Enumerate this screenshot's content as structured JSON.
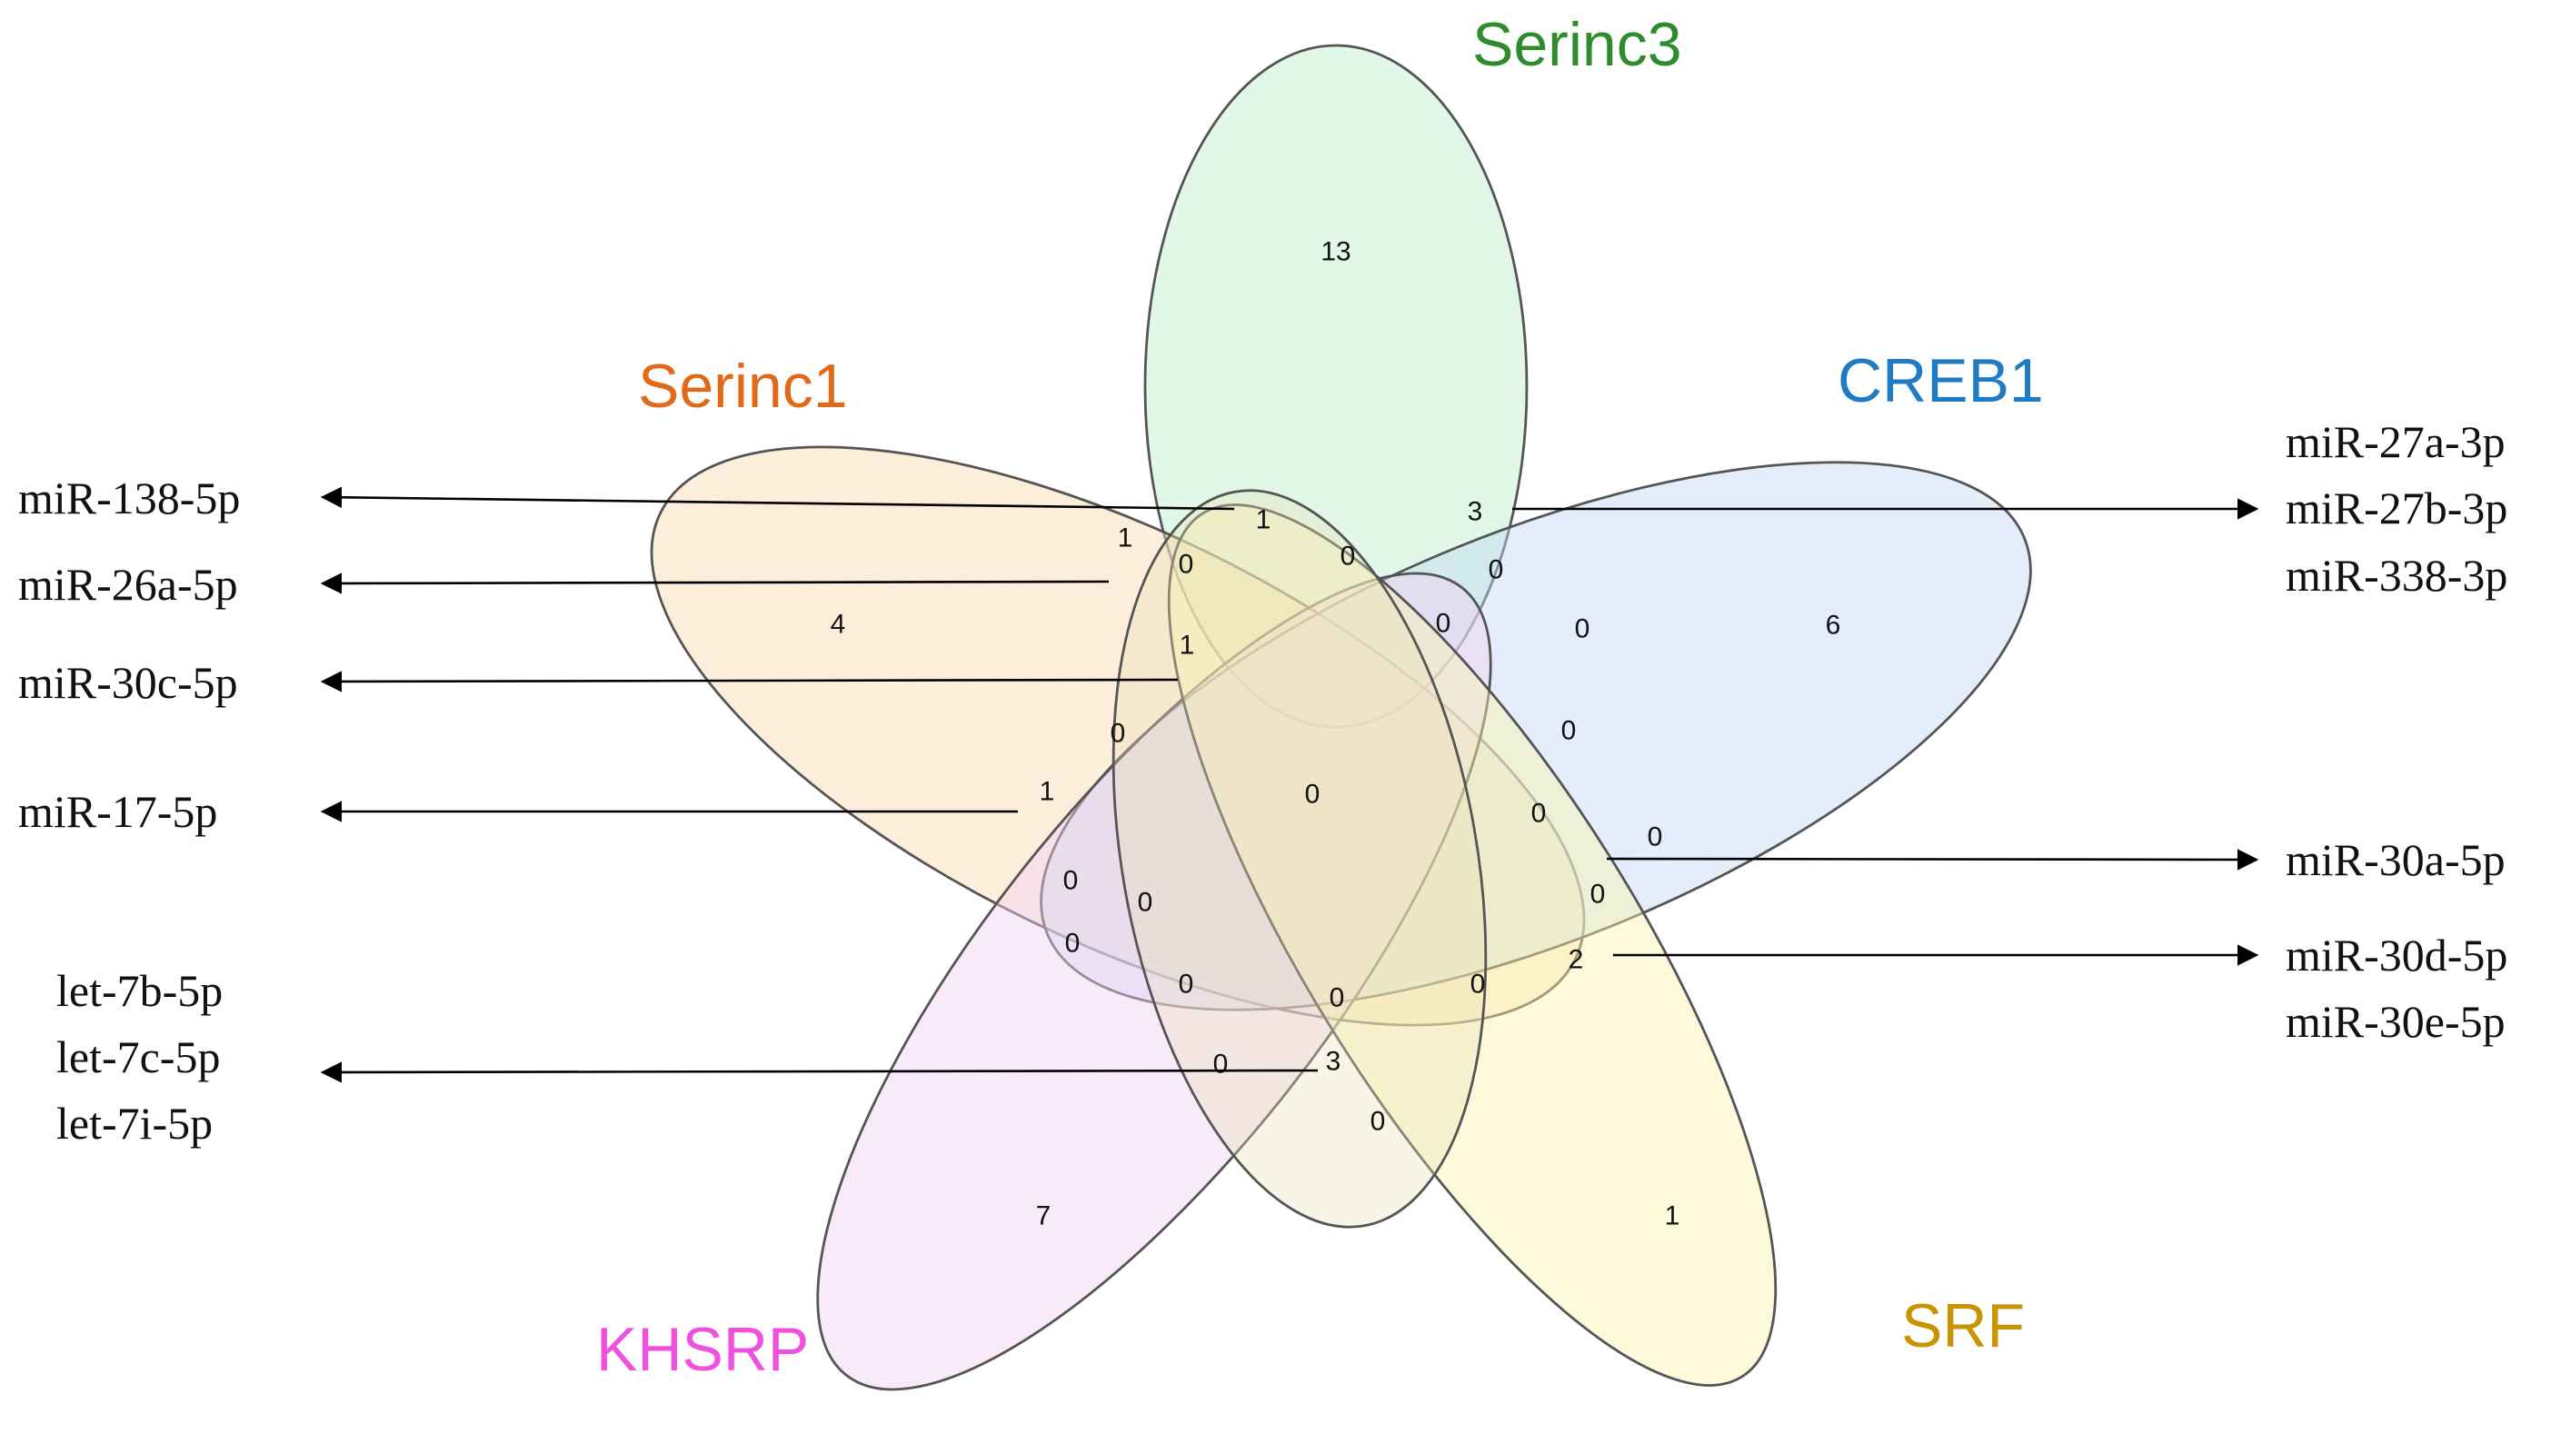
{
  "sets": [
    {
      "id": "serinc3",
      "label": "Serinc3",
      "color": "#2e8b2e",
      "fill": "#b8ebc8"
    },
    {
      "id": "serinc1",
      "label": "Serinc1",
      "color": "#e06a1a",
      "fill": "#fbd9b0"
    },
    {
      "id": "creb1",
      "label": "CREB1",
      "color": "#1f7bc4",
      "fill": "#c0d9f5"
    },
    {
      "id": "khsrp",
      "label": "KHSRP",
      "color": "#f050e0",
      "fill": "#f2d0f3"
    },
    {
      "id": "srf",
      "label": "SRF",
      "color": "#c99400",
      "fill": "#fbf4b0"
    },
    {
      "id": "inner",
      "label": "",
      "color": "#555555",
      "fill": "#eae0b8"
    }
  ],
  "region_counts": [
    "13",
    "4",
    "6",
    "7",
    "1",
    "1",
    "1",
    "0",
    "0",
    "3",
    "0",
    "0",
    "0",
    "0",
    "1",
    "0",
    "0",
    "0",
    "0",
    "1",
    "0",
    "0",
    "0",
    "0",
    "2",
    "0",
    "0",
    "0",
    "0",
    "0",
    "3",
    "0"
  ],
  "mirna_labels": {
    "mir138": "miR-138-5p",
    "mir26a": "miR-26a-5p",
    "mir30c": "miR-30c-5p",
    "mir17": "miR-17-5p",
    "let7b": "let-7b-5p",
    "let7c": "let-7c-5p",
    "let7i": "let-7i-5p",
    "mir27a": "miR-27a-3p",
    "mir27b": "miR-27b-3p",
    "mir338": "miR-338-3p",
    "mir30a": "miR-30a-5p",
    "mir30d": "miR-30d-5p",
    "mir30e": "miR-30e-5p"
  }
}
